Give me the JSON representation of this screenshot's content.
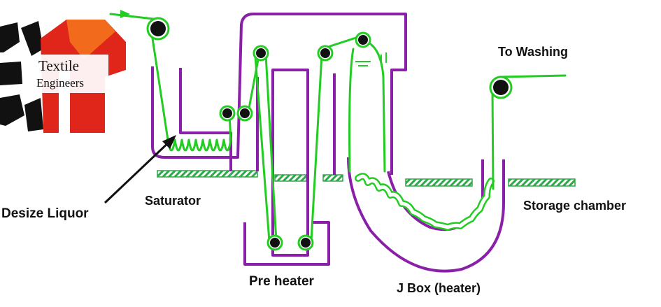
{
  "logo": {
    "line1": "Textile",
    "line2": "Engineers"
  },
  "labels": {
    "to_washing": "To Washing",
    "saturator": "Saturator",
    "desize_liquor": "Desize Liquor",
    "storage_chamber": "Storage chamber",
    "pre_heater": "Pre heater",
    "j_box": "J Box (heater)"
  },
  "colors": {
    "fabric_path": "#22cc22",
    "machine_frame": "#8a1fa8",
    "floor_hatch": "#2fa84a",
    "logo_red": "#e0261b",
    "logo_orange": "#f26a1b",
    "text": "#111111"
  }
}
